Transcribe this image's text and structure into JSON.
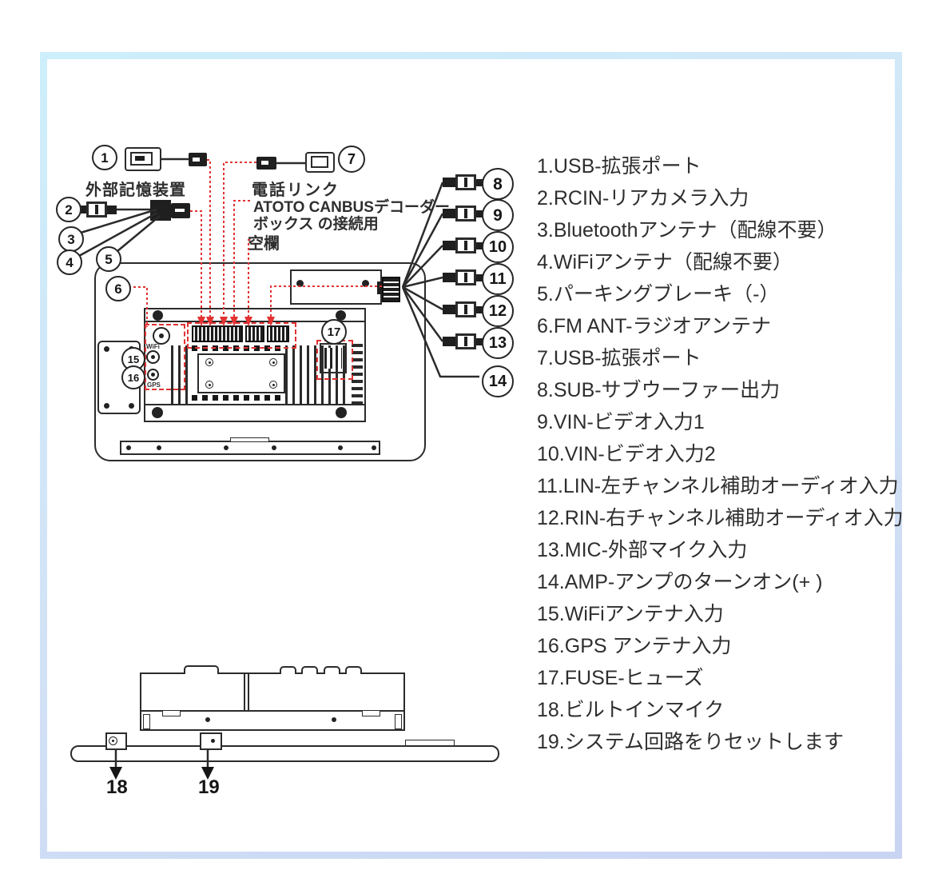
{
  "colors": {
    "accent_red": "#e23232",
    "line": "#2b2b2b",
    "frame_top": "#cdeefb",
    "frame_bottom": "#c9d4f3"
  },
  "top_diagram": {
    "callouts": {
      "c1": "1",
      "c2": "2",
      "c3": "3",
      "c4": "4",
      "c5": "5",
      "c7": "7"
    },
    "labels": {
      "external_storage": "外部記憶装置",
      "phone_link": "電話リンク",
      "canbus_line1": "ATOTO CANBUSデコーダー",
      "canbus_line2": "ボックス の接続用",
      "blank": "空欄"
    }
  },
  "rear_view": {
    "callouts": {
      "c6": "6",
      "c8": "8",
      "c9": "9",
      "c10": "10",
      "c11": "11",
      "c12": "12",
      "c13": "13",
      "c14": "14",
      "c15": "15",
      "c16": "16",
      "c17": "17"
    },
    "port_labels": {
      "wifi": "WiFi",
      "gps": "GPS"
    }
  },
  "bottom_view": {
    "callouts": {
      "c18": "18",
      "c19": "19"
    }
  },
  "legend": {
    "items": [
      "1.USB-拡張ポート",
      "2.RCIN-リアカメラ入力",
      "3.Bluetoothアンテナ（配線不要）",
      "4.WiFiアンテナ（配線不要）",
      "5.パーキングブレーキ（-）",
      "6.FM ANT-ラジオアンテナ",
      "7.USB-拡張ポート",
      "8.SUB-サブウーファー出力",
      "9.VIN-ビデオ入力1",
      "10.VIN-ビデオ入力2",
      "11.LIN-左チャンネル補助オーディオ入力",
      "12.RIN-右チャンネル補助オーディオ入力",
      "13.MIC-外部マイク入力",
      "14.AMP-アンプのターンオン(+ )",
      "15.WiFiアンテナ入力",
      "16.GPS アンテナ入力",
      "17.FUSE-ヒューズ",
      "18.ビルトインマイク",
      "19.システム回路をりセットします"
    ]
  }
}
